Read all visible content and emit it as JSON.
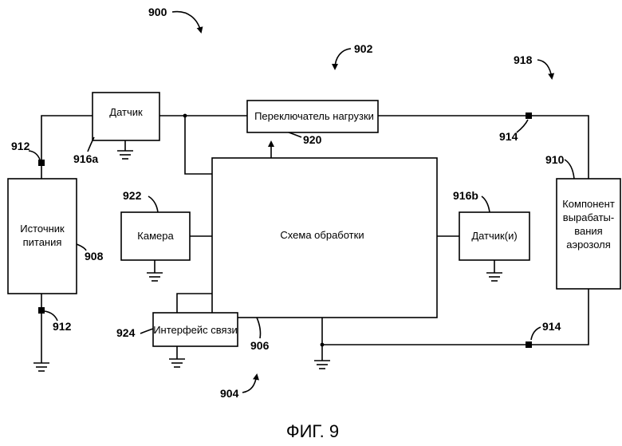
{
  "figure_number": "900",
  "caption": "ФИГ. 9",
  "blocks": {
    "sensor": "Датчик",
    "load_switch": "Переключатель нагрузки",
    "power_source": [
      "Источник",
      "питания"
    ],
    "camera": "Камера",
    "processing": "Схема обработки",
    "sensors": "Датчик(и)",
    "aerosol": [
      "Компонент",
      "вырабаты-",
      "вания",
      "аэрозоля"
    ],
    "comm": "Интерфейс связи"
  },
  "refs": {
    "r902": "902",
    "r904": "904",
    "r906": "906",
    "r908": "908",
    "r910": "910",
    "r912_top": "912",
    "r912_bottom": "912",
    "r914_top": "914",
    "r914_bottom": "914",
    "r916a": "916a",
    "r916b": "916b",
    "r918": "918",
    "r920": "920",
    "r922": "922",
    "r924": "924"
  }
}
